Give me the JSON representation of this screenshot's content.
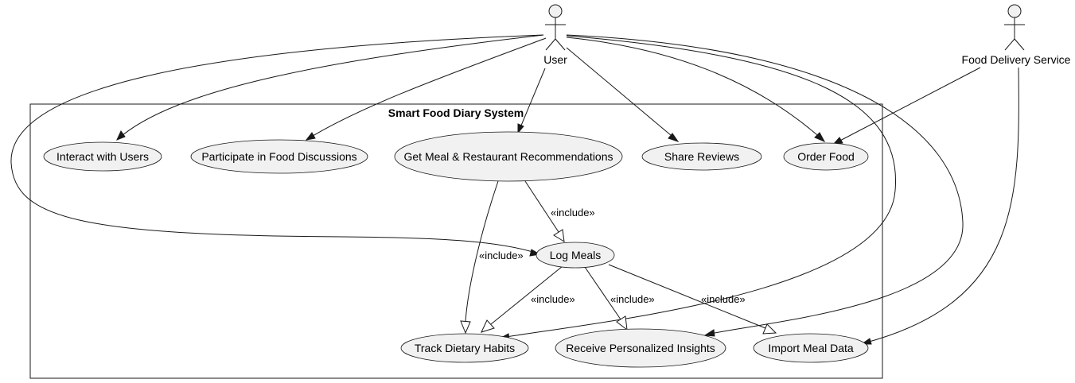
{
  "system": {
    "title": "Smart Food Diary System"
  },
  "actors": {
    "user": "User",
    "delivery": "Food Delivery Service"
  },
  "use_cases": {
    "interact": "Interact with Users",
    "discuss": "Participate in Food Discussions",
    "recommend": "Get Meal & Restaurant Recommendations",
    "share": "Share Reviews",
    "order": "Order Food",
    "log": "Log Meals",
    "track": "Track Dietary Habits",
    "insights": "Receive Personalized Insights",
    "import": "Import Meal Data"
  },
  "relation_labels": {
    "recommend_log": "«include»",
    "recommend_track": "«include»",
    "log_track": "«include»",
    "log_insights": "«include»",
    "log_import": "«include»"
  }
}
